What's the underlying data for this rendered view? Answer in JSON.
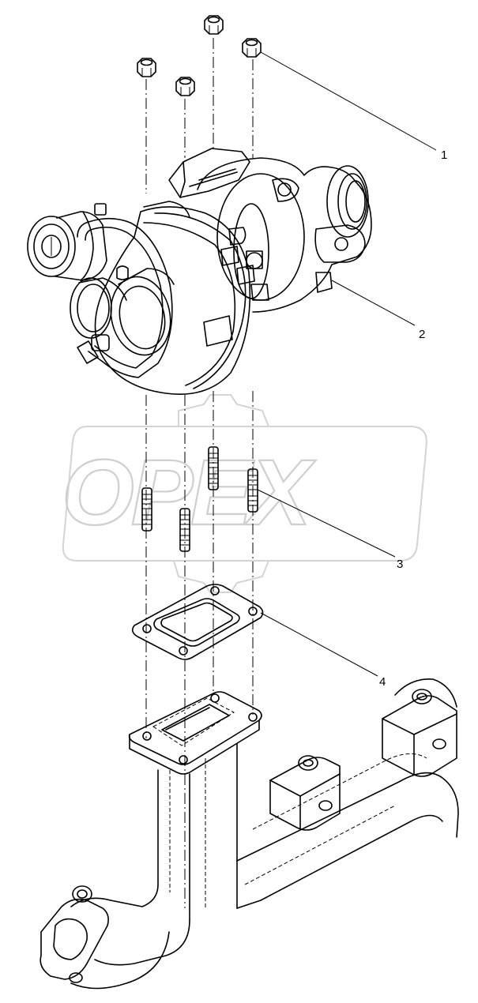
{
  "watermark": {
    "text": "OPEX"
  },
  "callouts": [
    {
      "number": "1"
    },
    {
      "number": "2"
    },
    {
      "number": "3"
    },
    {
      "number": "4"
    }
  ],
  "parts": [
    "nut",
    "turbocharger",
    "stud",
    "gasket",
    "exhaust-manifold"
  ],
  "colors": {
    "line": "#000000",
    "watermark": "#cfcfcf",
    "background": "#ffffff"
  }
}
